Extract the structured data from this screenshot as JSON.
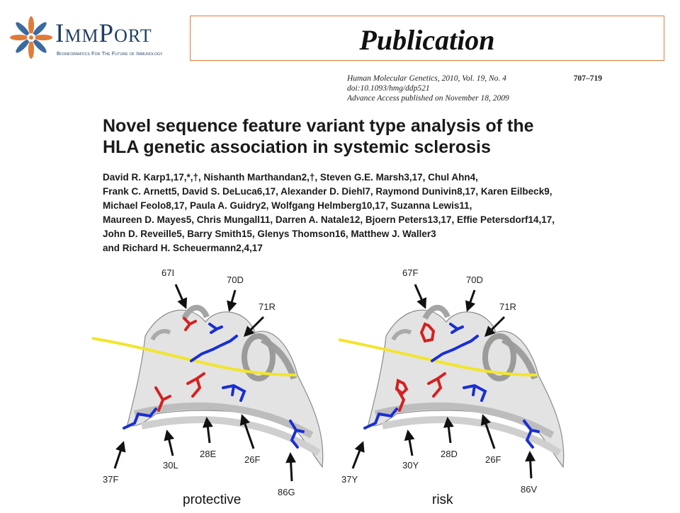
{
  "logo": {
    "wordmark": "ImmPort",
    "tagline": "Bioinformatics For The Future of Immunology",
    "colors": {
      "wordmark": "#1f3f63",
      "star_orange": "#e07b39",
      "star_blue": "#3a6aa0"
    }
  },
  "slide": {
    "title": "Publication",
    "border_color": "#e07b39"
  },
  "citation": {
    "journal": "Human Molecular Genetics, 2010, Vol. 19, No. 4",
    "pages": "707–719",
    "doi": "doi:10.1093/hmg/ddp521",
    "advance": "Advance Access published on November 18, 2009"
  },
  "paper": {
    "title_line1": "Novel sequence feature variant type analysis of the",
    "title_line2": "HLA genetic association in systemic sclerosis",
    "author_lines": [
      "David R. Karp1,17,*,†, Nishanth Marthandan2,†, Steven G.E. Marsh3,17, Chul Ahn4,",
      "Frank C. Arnett5, David S. DeLuca6,17, Alexander D. Diehl7, Raymond Dunivin8,17, Karen Eilbeck9,",
      "Michael Feolo8,17, Paula A. Guidry2, Wolfgang Helmberg10,17, Suzanna Lewis11,",
      "Maureen D. Mayes5, Chris Mungall11, Darren A. Natale12, Bjoern Peters13,17, Effie Petersdorf14,17,",
      "John D. Reveille5, Barry Smith15, Glenys Thomson16, Matthew J. Waller3",
      "and Richard H. Scheuermann2,4,17"
    ]
  },
  "figure": {
    "panels": [
      {
        "caption": "protective",
        "labels": {
          "p67": "67I",
          "p70": "70D",
          "p71": "71R",
          "p37": "37F",
          "p30": "30L",
          "p28": "28E",
          "p26": "26F",
          "p86": "86G"
        }
      },
      {
        "caption": "risk",
        "labels": {
          "p67": "67F",
          "p70": "70D",
          "p71": "71R",
          "p37": "37Y",
          "p30": "30Y",
          "p28": "28D",
          "p26": "26F",
          "p86": "86V"
        }
      }
    ],
    "colors": {
      "peptide": "#f2e52b",
      "ribbon": "#d9d9d9",
      "acidic": "#d42020",
      "basic": "#1a2fd0"
    }
  }
}
